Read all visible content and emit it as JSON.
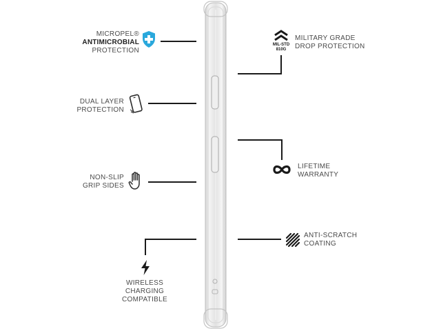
{
  "features": {
    "antimicrobial": {
      "line1": "MICROPEL®",
      "line2": "ANTIMICROBIAL",
      "line3": "PROTECTION",
      "icon": "shield-plus-icon",
      "icon_color": "#2aa8dc"
    },
    "dual_layer": {
      "line1": "DUAL LAYER",
      "line2": "PROTECTION",
      "icon": "phone-icon"
    },
    "non_slip": {
      "line1": "NON-SLIP",
      "line2": "GRIP SIDES",
      "icon": "hand-icon"
    },
    "wireless": {
      "line1": "WIRELESS",
      "line2": "CHARGING",
      "line3": "COMPATIBLE",
      "icon": "lightning-icon"
    },
    "military": {
      "line1": "MILITARY GRADE",
      "line2": "DROP PROTECTION",
      "badge_line1": "MIL-STD",
      "badge_line2": "810G",
      "icon": "chevron-stack-icon"
    },
    "warranty": {
      "line1": "LIFETIME",
      "line2": "WARRANTY",
      "icon": "infinity-icon"
    },
    "scratch": {
      "line1": "ANTI-SCRATCH",
      "line2": "COATING",
      "icon": "scratch-icon"
    }
  },
  "colors": {
    "line": "#1a1a1a",
    "text": "#4a4a4a",
    "case_edge": "#c8c8c8"
  }
}
